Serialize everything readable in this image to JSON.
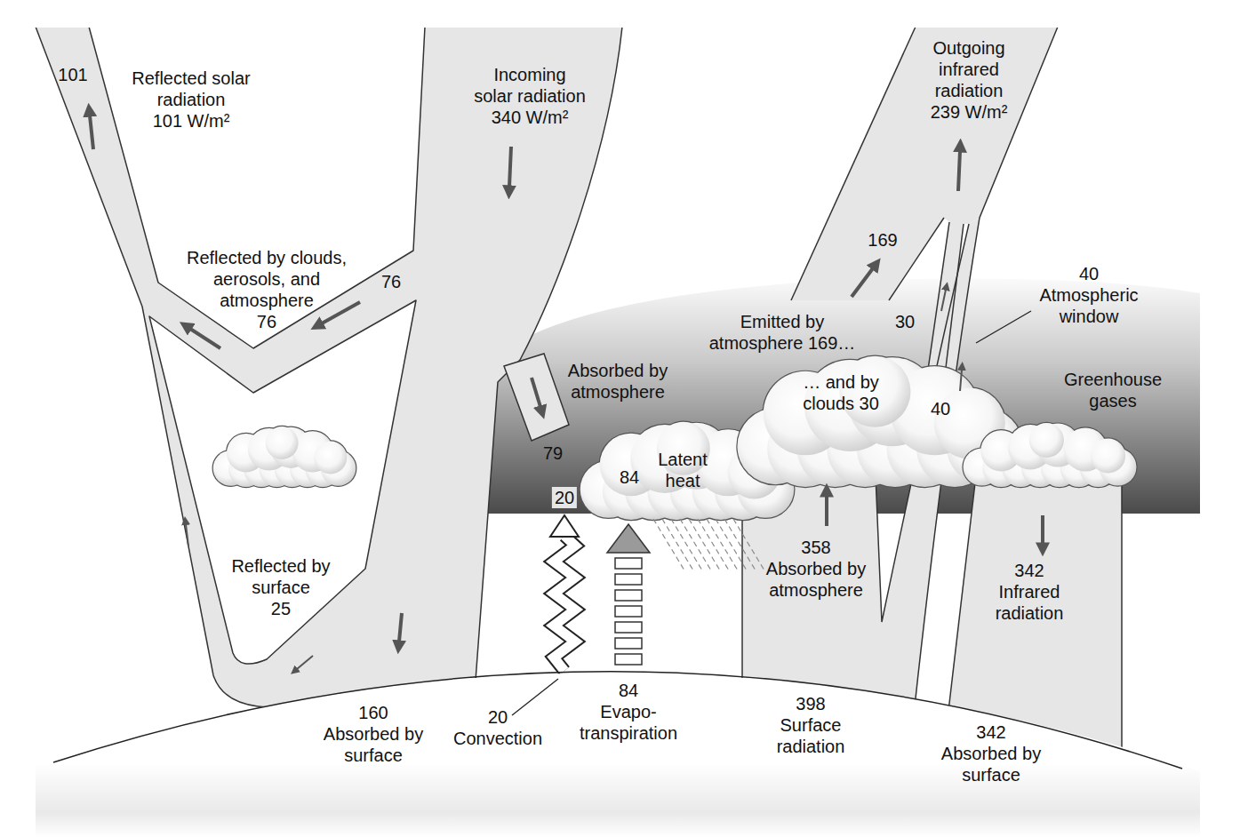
{
  "diagram": {
    "labels": [
      "101",
      "Reflected solar radiation 101 W/m²",
      "Incoming solar radiation 340 W/m²",
      "Outgoing infrared radiation 239 W/m²",
      "169",
      "Reflected by clouds, aerosols, and atmosphere 76",
      "76",
      "40 Atmospheric window",
      "Emitted by atmosphere 169…",
      "30",
      "Absorbed by atmosphere",
      "… and by clouds 30",
      "40",
      "Greenhouse gases",
      "79",
      "84",
      "Latent heat",
      "20",
      "358 Absorbed by atmosphere",
      "342 Infrared radiation",
      "Reflected by surface 25",
      "160 Absorbed by surface",
      "20 Convection",
      "84 Evapo- transpiration",
      "398 Surface radiation",
      "342 Absorbed by surface"
    ]
  }
}
